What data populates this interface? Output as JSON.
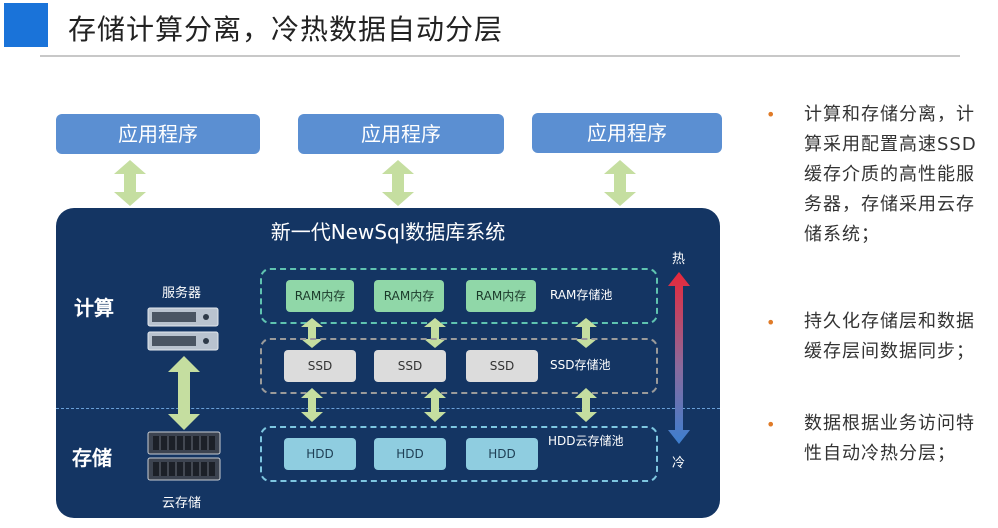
{
  "header": {
    "title": "存储计算分离，冷热数据自动分层"
  },
  "apps": [
    "应用程序",
    "应用程序",
    "应用程序"
  ],
  "panel": {
    "title": "新一代NewSql数据库系统",
    "compute_label": "计算",
    "storage_label": "存储",
    "server_label": "服务器",
    "cloud_storage_label": "云存储",
    "hot_label": "热",
    "cold_label": "冷",
    "ram_pool": {
      "chips": [
        "RAM内存",
        "RAM内存",
        "RAM内存"
      ],
      "label": "RAM存储池"
    },
    "ssd_pool": {
      "chips": [
        "SSD",
        "SSD",
        "SSD"
      ],
      "label": "SSD存储池"
    },
    "hdd_pool": {
      "chips": [
        "HDD",
        "HDD",
        "HDD"
      ],
      "label": "HDD云存储池"
    }
  },
  "bullets": [
    "计算和存储分离，计\n算采用配置高速SSD\n缓存介质的高性能服\n务器，存储采用云存\n储系统；",
    "持久化存储层和数据\n缓存层间数据同步；",
    "数据根据业务访问特\n性自动冷热分层；"
  ],
  "colors": {
    "accent": "#1a73d9",
    "app_box": "#5b8fd2",
    "panel": "#143563",
    "arrow": "#c5dea0",
    "ram_pool_border": "#5fc3b0",
    "ssd_pool_border": "#9a9a9a",
    "hdd_pool_border": "#7ec6e0",
    "bullet": "#e07b28"
  }
}
